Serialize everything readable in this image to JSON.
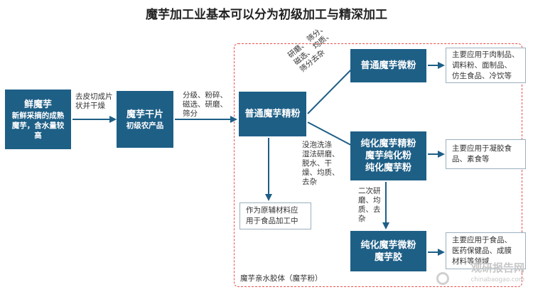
{
  "title": "魔芋加工业基本可以分为初级加工与精深加工",
  "nodes": {
    "fresh": {
      "title": "鲜魔芋",
      "sub": [
        "新鲜采摘的成熟",
        "魔芋，含水量较",
        "高"
      ]
    },
    "dried": {
      "title": "魔芋干片",
      "sub": "初级农产品"
    },
    "fine": {
      "title": "普通魔芋精粉"
    },
    "micro": {
      "title": "普通魔芋微粉"
    },
    "pure": {
      "lines": [
        "纯化魔芋精粉",
        "魔芋纯化粉",
        "纯化魔芋粉"
      ]
    },
    "pure_micro": {
      "lines": [
        "纯化魔芋微粉",
        "魔芋胶"
      ]
    }
  },
  "apps": {
    "micro": [
      "主要应用于肉制品、",
      "调料粉、面制品、",
      "仿生食品、冷饮等"
    ],
    "pure": [
      "主要应用于凝胶食",
      "品、素食等"
    ],
    "pure_micro": [
      "主要应用于食品、",
      "医药保健品、成膜",
      "材料等领域"
    ],
    "aux": [
      "作为原辅材料应",
      "用于食品加工中"
    ]
  },
  "edges": {
    "fresh_to_dried": [
      "去皮切成片",
      "状并干燥"
    ],
    "dried_to_fine": [
      "分级、粉碎、",
      "磁选、研磨、",
      "筛分"
    ],
    "fine_to_micro": [
      "研磨、 筛分、",
      "磁选、 均质、",
      "筛分去杂"
    ],
    "fine_to_pure": [
      "没泡洗涤",
      "湿法研磨、",
      "脱水、干",
      "燥、均质、",
      "去杂"
    ],
    "pure_to_pure_micro": [
      "二次研",
      "磨、均",
      "质、去",
      "杂"
    ]
  },
  "group_label": "魔芋亲水胶体（魔芋粉）",
  "watermark": {
    "brand": "观研报告网",
    "url": "chinabaogao.com"
  },
  "colors": {
    "node": "#1e5f86",
    "arrow": "#1e5f86",
    "group_border": "#e8504a"
  }
}
